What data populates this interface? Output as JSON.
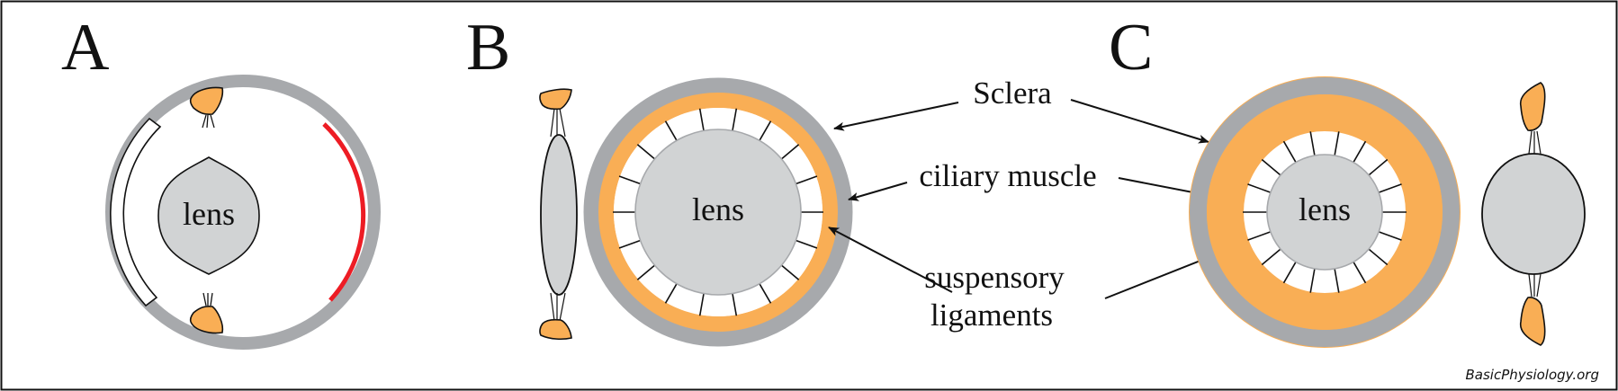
{
  "figure": {
    "title": "Lens accommodation: ciliary muscle and suspensory ligaments",
    "credit": "BasicPhysiology.org",
    "colors": {
      "sclera": "#a7a9ac",
      "ciliary_muscle": "#f9ae55",
      "lens_fill": "#d1d3d4",
      "lens_border": "#a7a9ac",
      "retina_highlight": "#ed1c24",
      "outline": "#111111",
      "background": "#ffffff"
    }
  },
  "panels": [
    {
      "id": "A",
      "label": "A",
      "lens_text": "lens",
      "view": "side section of eye"
    },
    {
      "id": "B",
      "label": "B",
      "lens_text": "lens",
      "view": "front view, relaxed ciliary muscle, flattened lens",
      "ligament_count": 18
    },
    {
      "id": "C",
      "label": "C",
      "lens_text": "lens",
      "view": "front view, contracted ciliary muscle, rounded lens",
      "ligament_count": 18
    }
  ],
  "labels": {
    "sclera": "Sclera",
    "ciliary_muscle": "ciliary muscle",
    "suspensory_line1": "suspensory",
    "suspensory_line2": "ligaments"
  }
}
